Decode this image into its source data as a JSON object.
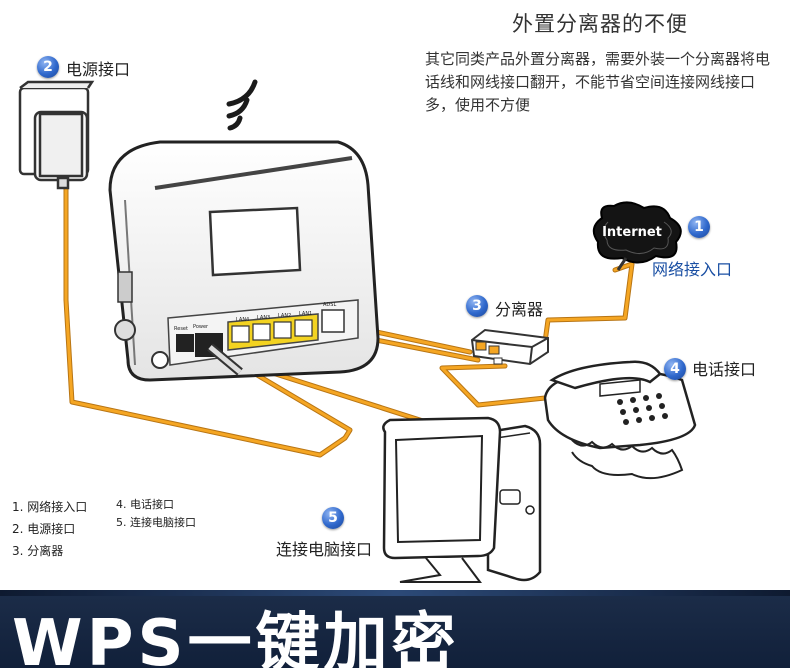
{
  "header": {
    "title": "外置分离器的不便",
    "description": "其它同类产品外置分离器，需要外装一个分离器将电话线和网线接口翻开，不能节省空间连接网线接口多，使用不方便"
  },
  "callouts": [
    {
      "num": "1",
      "label": "网络接入口"
    },
    {
      "num": "2",
      "label": "电源接口"
    },
    {
      "num": "3",
      "label": "分离器"
    },
    {
      "num": "4",
      "label": "电话接口"
    },
    {
      "num": "5",
      "label": "连接电脑接口"
    }
  ],
  "internet_cloud": "Internet",
  "router_ports": {
    "reset": "Reset",
    "power": "Power",
    "lan4": "LAN4",
    "lan3": "LAN3",
    "lan2": "LAN2",
    "lan1": "LAN1",
    "adsl": "ADSL"
  },
  "legend": {
    "col1": [
      "1. 网络接入口",
      "2. 电源接口",
      "3. 分离器"
    ],
    "col2": [
      "4. 电话接口",
      "5. 连接电脑接口"
    ]
  },
  "banner": {
    "text": "WPS一键加密"
  },
  "colors": {
    "cable": "#f5a623",
    "cable_dark": "#c8821a",
    "badge": "#2f68cc",
    "banner_bg": "#1c2d49",
    "port_yellow": "#f3d321"
  }
}
